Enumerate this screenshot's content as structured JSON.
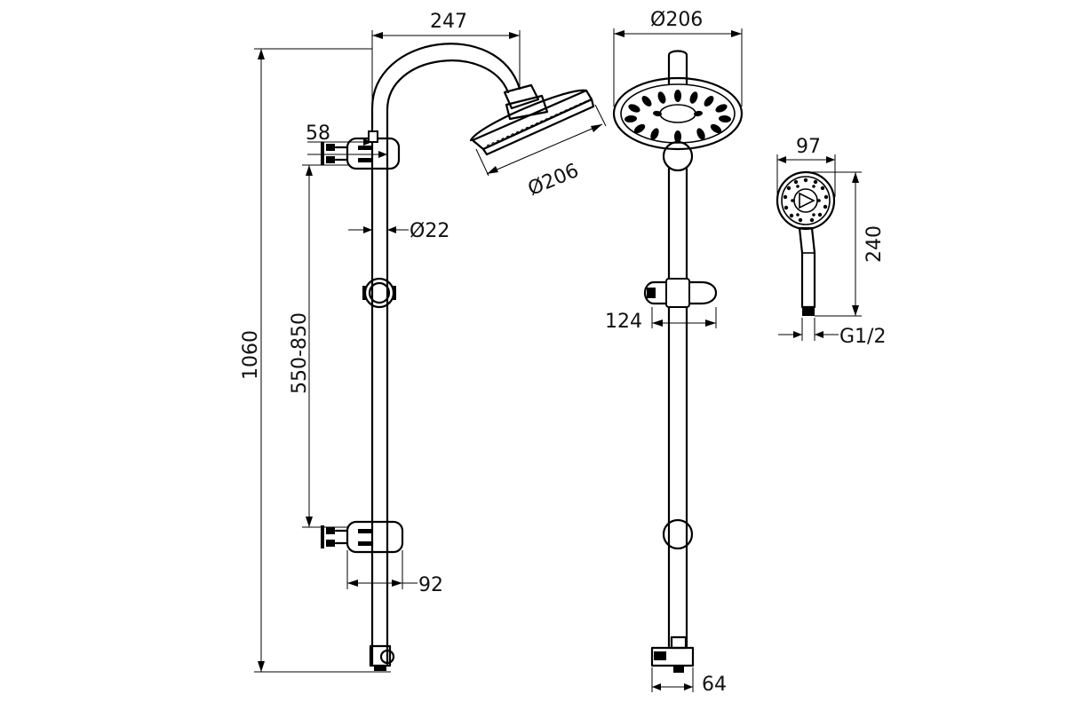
{
  "dimensions": {
    "arm_reach": "247",
    "head_diameter_side": "Ø206",
    "head_diameter_front": "Ø206",
    "upper_offset": "58",
    "pipe_diameter": "Ø22",
    "total_height": "1060",
    "adjustable_range": "550-850",
    "bracket_depth": "92",
    "slider_width": "124",
    "handshower_width": "97",
    "handshower_length": "240",
    "thread": "G1/2",
    "diverter_width": "64"
  }
}
